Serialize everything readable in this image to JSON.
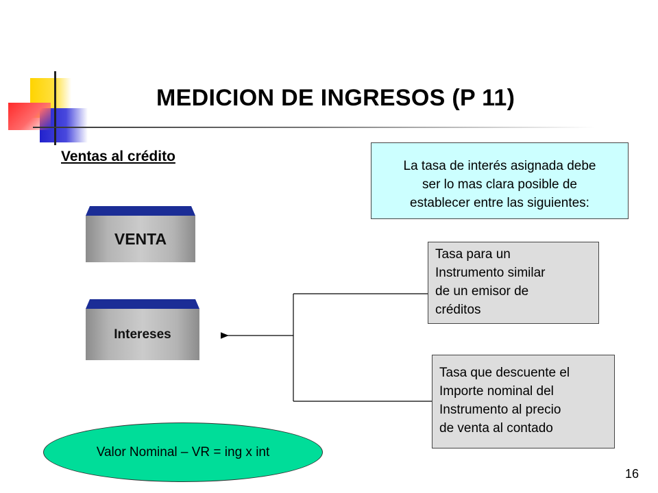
{
  "slide": {
    "title": "MEDICION DE INGRESOS (P 11)",
    "subtitle": "Ventas al crédito",
    "info_box": {
      "lines": [
        "La tasa de interés asignada debe",
        "ser lo mas clara posible de",
        "establecer entre las siguientes:"
      ]
    },
    "blocks": {
      "venta": "VENTA",
      "intereses": "Intereses"
    },
    "options": [
      {
        "lines": [
          "Tasa para un",
          "Instrumento similar",
          "de un emisor de",
          "créditos"
        ]
      },
      {
        "lines": [
          "Tasa que descuente el",
          "Importe nominal del",
          "Instrumento al precio",
          "de venta al contado"
        ]
      }
    ],
    "formula": "Valor Nominal – VR = ing x int",
    "page_number": "16"
  },
  "colors": {
    "info_box_bg": "#ccffff",
    "option_bg": "#dddddd",
    "formula_bg": "#00dd99",
    "block_cap": "#1b2d96"
  }
}
